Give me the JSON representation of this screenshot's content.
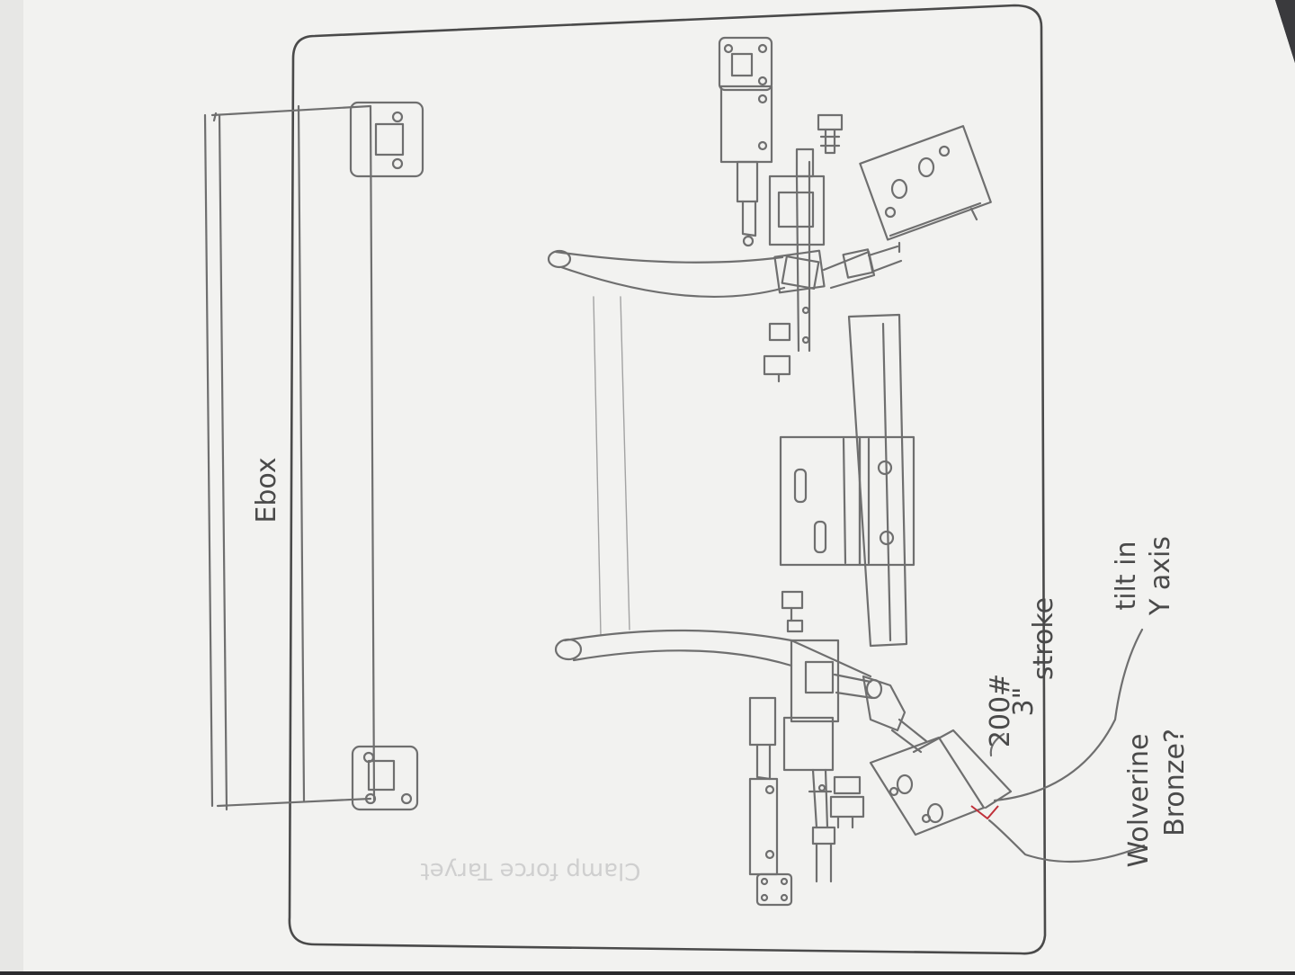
{
  "labels": {
    "ebox": "Ebox",
    "force_rating": "200#",
    "stroke_length": "3\"",
    "stroke_word": "stroke",
    "tilt_line1": "tilt in",
    "tilt_line2": "Y axis",
    "bushing_line1": "Wolverine",
    "bushing_line2": "Bronze?",
    "ghost_text": "Clamp force Taryet"
  },
  "colors": {
    "paper": "#f3f3f1",
    "pencil": "#6f6f6f",
    "background": "#2b2b2e",
    "red_mark": "#c0303a"
  }
}
